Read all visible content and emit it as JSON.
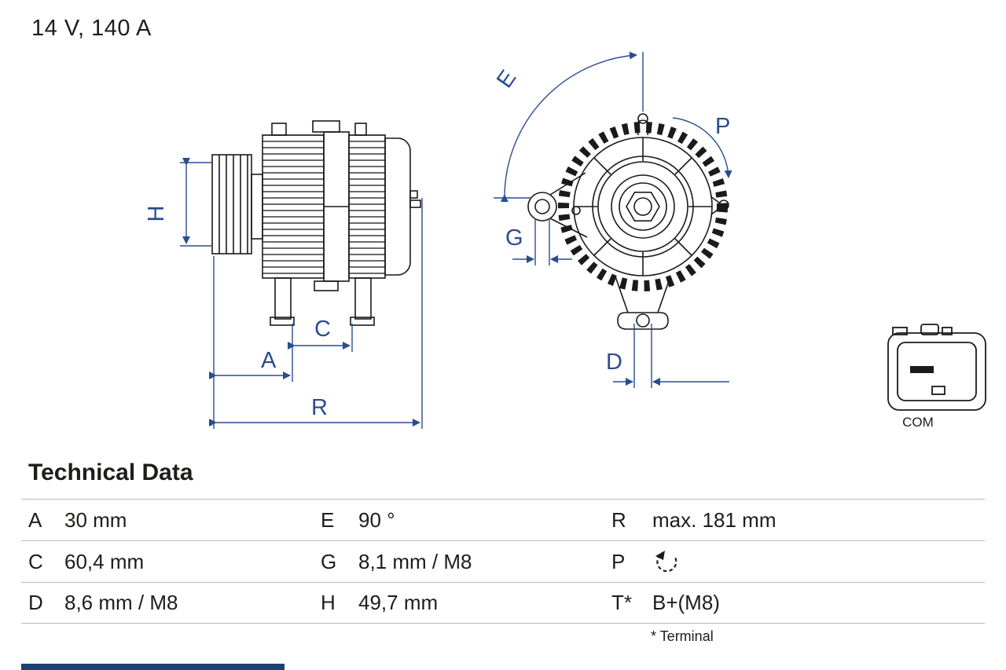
{
  "header": {
    "rating": "14 V, 140 A"
  },
  "diagram": {
    "dimension_labels": {
      "H": "H",
      "A": "A",
      "C": "C",
      "R": "R",
      "E": "E",
      "G": "G",
      "P": "P",
      "D": "D"
    },
    "connector_label": "COM",
    "colors": {
      "dimension_lines": "#2a4d8f",
      "line_art": "#1a1a1a"
    },
    "icons": [
      "counterclockwise-rotation-icon"
    ]
  },
  "technical_data": {
    "title": "Technical Data",
    "rows": [
      {
        "c1k": "A",
        "c1v": "30 mm",
        "c2k": "E",
        "c2v": "90 °",
        "c3k": "R",
        "c3v": "max. 181 mm"
      },
      {
        "c1k": "C",
        "c1v": "60,4 mm",
        "c2k": "G",
        "c2v": "8,1 mm / M8",
        "c3k": "P",
        "c3v": "",
        "c3_icon": "counterclockwise-rotation-icon"
      },
      {
        "c1k": "D",
        "c1v": "8,6 mm / M8",
        "c2k": "H",
        "c2v": "49,7 mm",
        "c3k": "T*",
        "c3v": "B+(M8)"
      }
    ],
    "footnote": "* Terminal"
  }
}
